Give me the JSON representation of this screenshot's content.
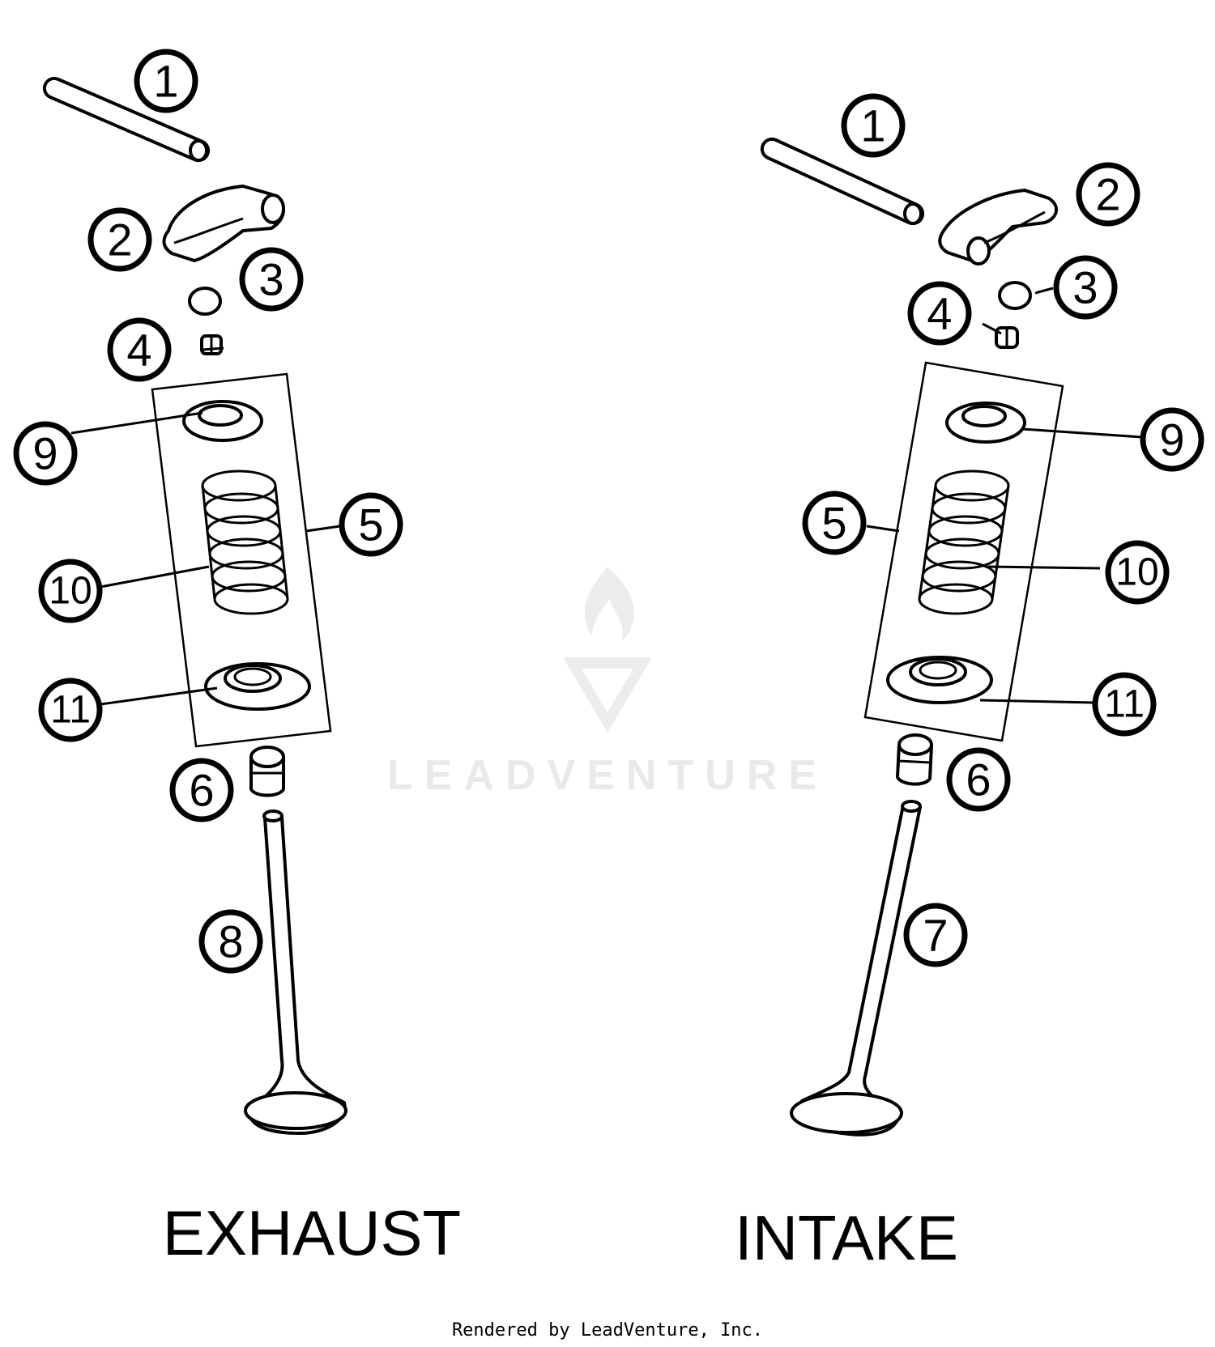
{
  "watermark": {
    "text": "LEADVENTURE",
    "icon": "leadventure-flame-logo"
  },
  "sections": {
    "exhaust": {
      "label": "EXHAUST"
    },
    "intake": {
      "label": "INTAKE"
    }
  },
  "callouts": {
    "exhaust": [
      "1",
      "2",
      "3",
      "4",
      "9",
      "5",
      "10",
      "11",
      "6",
      "8"
    ],
    "intake": [
      "1",
      "2",
      "3",
      "4",
      "9",
      "5",
      "10",
      "11",
      "6",
      "7"
    ]
  },
  "footer": {
    "text": "Rendered by LeadVenture, Inc."
  }
}
